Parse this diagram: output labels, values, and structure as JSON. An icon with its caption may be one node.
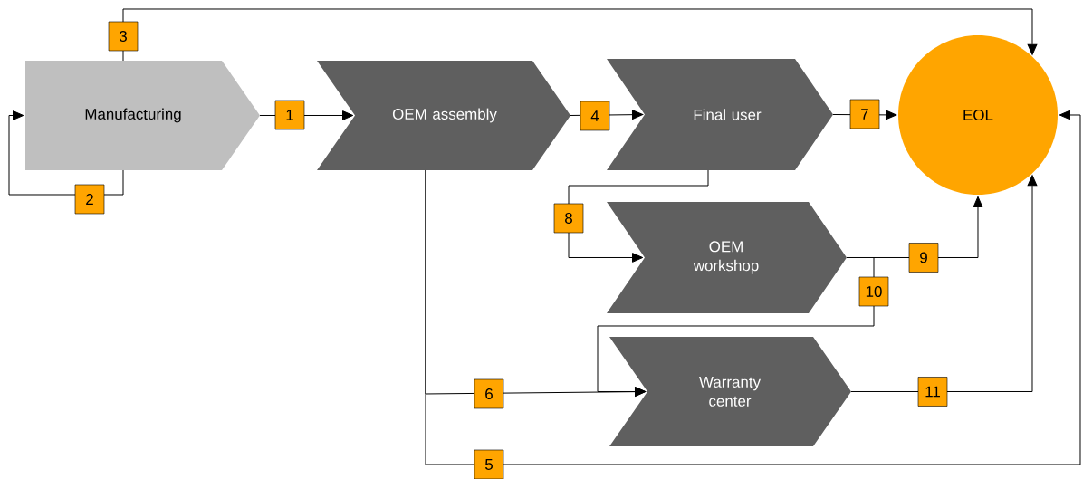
{
  "diagram": {
    "nodes": [
      {
        "text": [
          "Manufacturing"
        ]
      },
      {
        "text": [
          "OEM assembly"
        ]
      },
      {
        "text": [
          "Final user"
        ]
      },
      {
        "text": [
          "OEM workshop"
        ]
      },
      {
        "text": [
          "Warranty center"
        ]
      },
      {
        "text": [
          "EOL"
        ]
      }
    ],
    "edges": [
      {
        "from": 0,
        "to": 1,
        "arrow": "to",
        "label": "1"
      },
      {
        "from": 0,
        "to": 0,
        "arrow": "to",
        "label": "2"
      },
      {
        "from": 0,
        "to": 5,
        "arrow": "to",
        "label": "3"
      },
      {
        "from": 1,
        "to": 2,
        "arrow": "to",
        "label": "4"
      },
      {
        "from": 1,
        "to": 5,
        "arrow": "to",
        "label": "5"
      },
      {
        "from": 1,
        "to": 4,
        "arrow": "to",
        "label": "6"
      },
      {
        "from": 2,
        "to": 5,
        "arrow": "to",
        "label": "7"
      },
      {
        "from": 2,
        "to": 3,
        "arrow": "to",
        "label": "8"
      },
      {
        "from": 3,
        "to": 5,
        "arrow": "to",
        "label": "9"
      },
      {
        "from": 3,
        "to": 4,
        "arrow": "to",
        "label": "10"
      },
      {
        "from": 4,
        "to": 5,
        "arrow": "to",
        "label": "11"
      }
    ]
  }
}
